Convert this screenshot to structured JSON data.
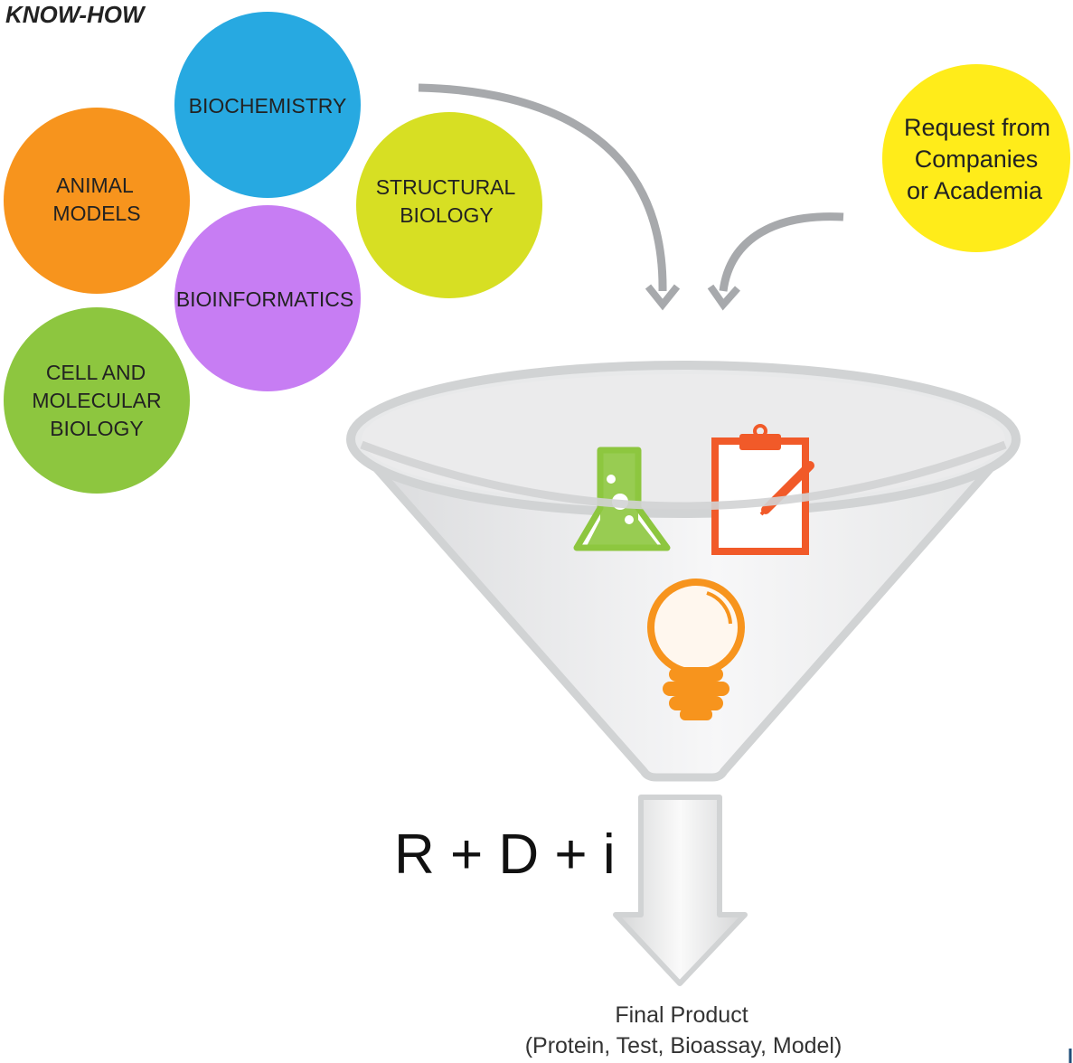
{
  "title": "KNOW-HOW",
  "knowhow_circles": [
    {
      "id": "biochemistry",
      "lines": [
        "BIOCHEMISTRY"
      ],
      "color": "#27A9E1"
    },
    {
      "id": "animal-models",
      "lines": [
        "ANIMAL",
        "MODELS"
      ],
      "color": "#F7941D"
    },
    {
      "id": "structural-biology",
      "lines": [
        "STRUCTURAL",
        "BIOLOGY"
      ],
      "color": "#D7DF23"
    },
    {
      "id": "bioinformatics",
      "lines": [
        "BIOINFORMATICS"
      ],
      "color": "#C77DF3"
    },
    {
      "id": "cell-molecular-biology",
      "lines": [
        "CELL AND",
        "MOLECULAR",
        "BIOLOGY"
      ],
      "color": "#8DC63F"
    }
  ],
  "request": {
    "lines": [
      "Request from",
      "Companies",
      "or Academia"
    ],
    "color": "#FFEC1A"
  },
  "formula": "R + D + i",
  "final_product": {
    "line1": "Final Product",
    "line2": "(Protein, Test, Bioassay, Model)"
  },
  "icons": [
    "flask-icon",
    "clipboard-icon",
    "lightbulb-icon"
  ],
  "colors": {
    "arrow": "#A7A9AC",
    "funnel_rim": "#D1D3D4",
    "flask": "#8DC63F",
    "clipboard": "#F15A29",
    "bulb": "#F7941D"
  }
}
